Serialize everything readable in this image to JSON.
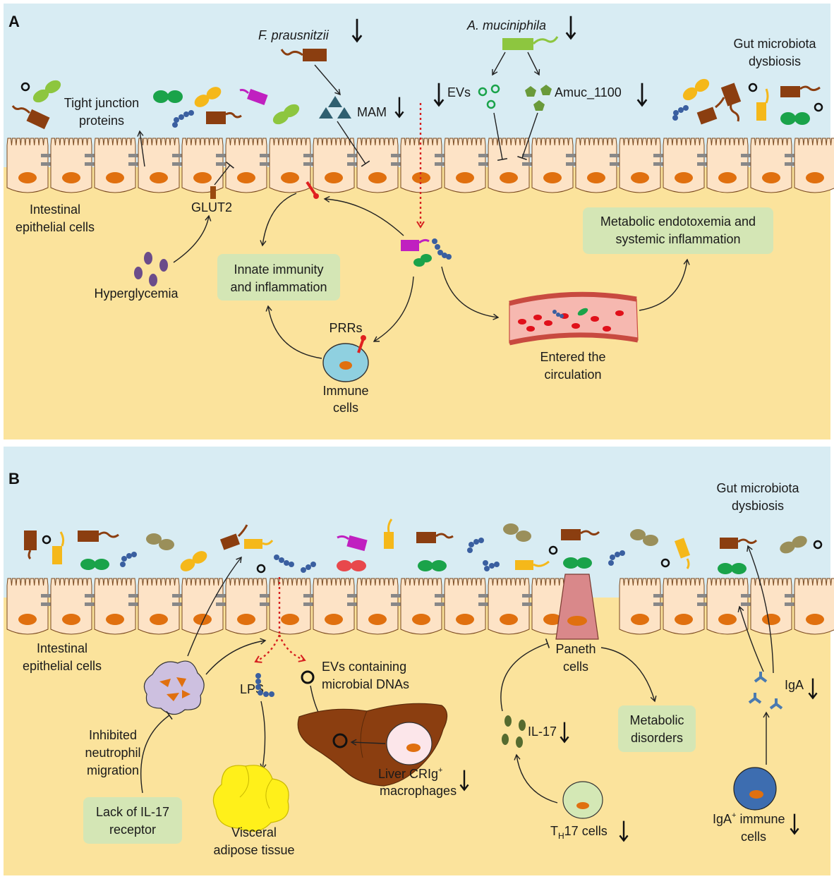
{
  "panel_a": {
    "letter": "A",
    "f_prausnitzii": "F. prausnitzii",
    "a_muciniphila": "A. muciniphila",
    "gut_dysbiosis_1": "Gut microbiota",
    "gut_dysbiosis_2": "dysbiosis",
    "tight_junction_1": "Tight junction",
    "tight_junction_2": "proteins",
    "mam": "MAM",
    "evs": "EVs",
    "amuc": "Amuc_1100",
    "iec_1": "Intestinal",
    "iec_2": "epithelial cells",
    "glut2": "GLUT2",
    "hyperglycemia": "Hyperglycemia",
    "innate_box_1": "Innate immunity",
    "innate_box_2": "and inflammation",
    "metabolic_box_1": "Metabolic endotoxemia and",
    "metabolic_box_2": "systemic  inflammation",
    "prrs": "PRRs",
    "immune_1": "Immune",
    "immune_2": "cells",
    "circulation_1": "Entered the",
    "circulation_2": "circulation"
  },
  "panel_b": {
    "letter": "B",
    "gut_dysbiosis_1": "Gut microbiota",
    "gut_dysbiosis_2": "dysbiosis",
    "iec_1": "Intestinal",
    "iec_2": "epithelial cells",
    "lps": "LPS",
    "evs_1": "EVs containing",
    "evs_2": "microbial DNAs",
    "paneth_1": "Paneth",
    "paneth_2": "cells",
    "iga": "IgA",
    "inhibited_1": "Inhibited",
    "inhibited_2": "neutrophil",
    "inhibited_3": "migration",
    "il17": "IL-17",
    "metabolic_1": "Metabolic",
    "metabolic_2": "disorders",
    "liver_1": "Liver CRIg",
    "liver_sup": "+",
    "liver_2": "macrophages",
    "lack_1": "Lack of IL-17",
    "lack_2": "receptor",
    "visceral_1": "Visceral",
    "visceral_2": "adipose tissue",
    "th17_t": "T",
    "th17_sub": "H",
    "th17_rest": "17 cells",
    "iga_cells_1": "IgA",
    "iga_cells_sup": "+",
    "iga_cells_rest": " immune",
    "iga_cells_2": "cells"
  },
  "colors": {
    "lumen": "#d8ecf3",
    "tissue": "#fbe39c",
    "cell_fill": "#fde3c6",
    "cell_stroke": "#7a4a20",
    "nucleus": "#e0700f",
    "junction": "#888888",
    "green_box": "#d4e6b5",
    "red_arrow": "#d62020"
  }
}
